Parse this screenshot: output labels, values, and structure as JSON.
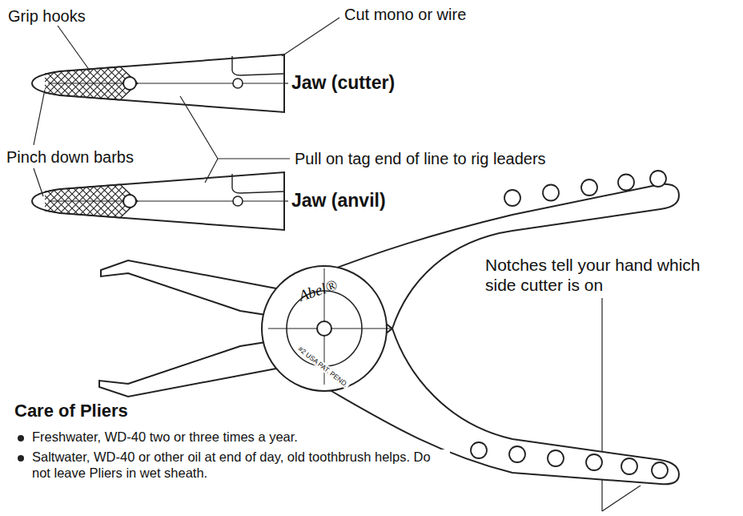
{
  "diagram": {
    "labels": [
      "Grip hooks",
      "Cut mono or wire",
      "Jaw (cutter)",
      "Pinch down barbs",
      "Pull on tag end of line to rig leaders",
      "Jaw (anvil)",
      "Abel®",
      "#2 USA PAT. PEND.",
      "Notches tell your hand which side cutter is on",
      "Care of Pliers",
      "Freshwater, WD-40 two or three times a year.",
      "Saltwater, WD-40 or other oil at end of day, old toothbrush helps. Do not leave Pliers in wet sheath."
    ]
  }
}
